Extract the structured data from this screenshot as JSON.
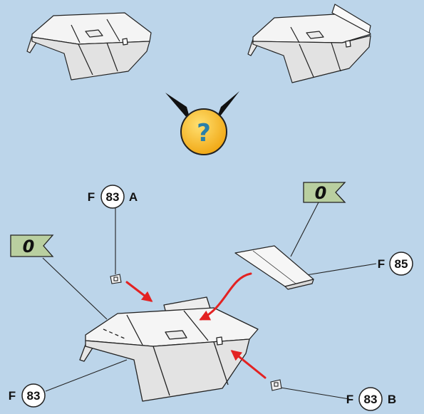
{
  "diagram": {
    "question_mark": "?",
    "flags": [
      "0",
      "0"
    ],
    "parts": [
      {
        "prefix": "F",
        "number": "83",
        "suffix": "A"
      },
      {
        "prefix": "F",
        "number": "85",
        "suffix": ""
      },
      {
        "prefix": "F",
        "number": "83",
        "suffix": ""
      },
      {
        "prefix": "F",
        "number": "83",
        "suffix": "B"
      }
    ],
    "colors": {
      "background": "#bcd5ea",
      "part_fill": "#f3f3f3",
      "outline": "#222222",
      "flag_fill": "#b9cfa0",
      "arrow": "#e32222",
      "question_fill": "#f5b81c"
    }
  }
}
